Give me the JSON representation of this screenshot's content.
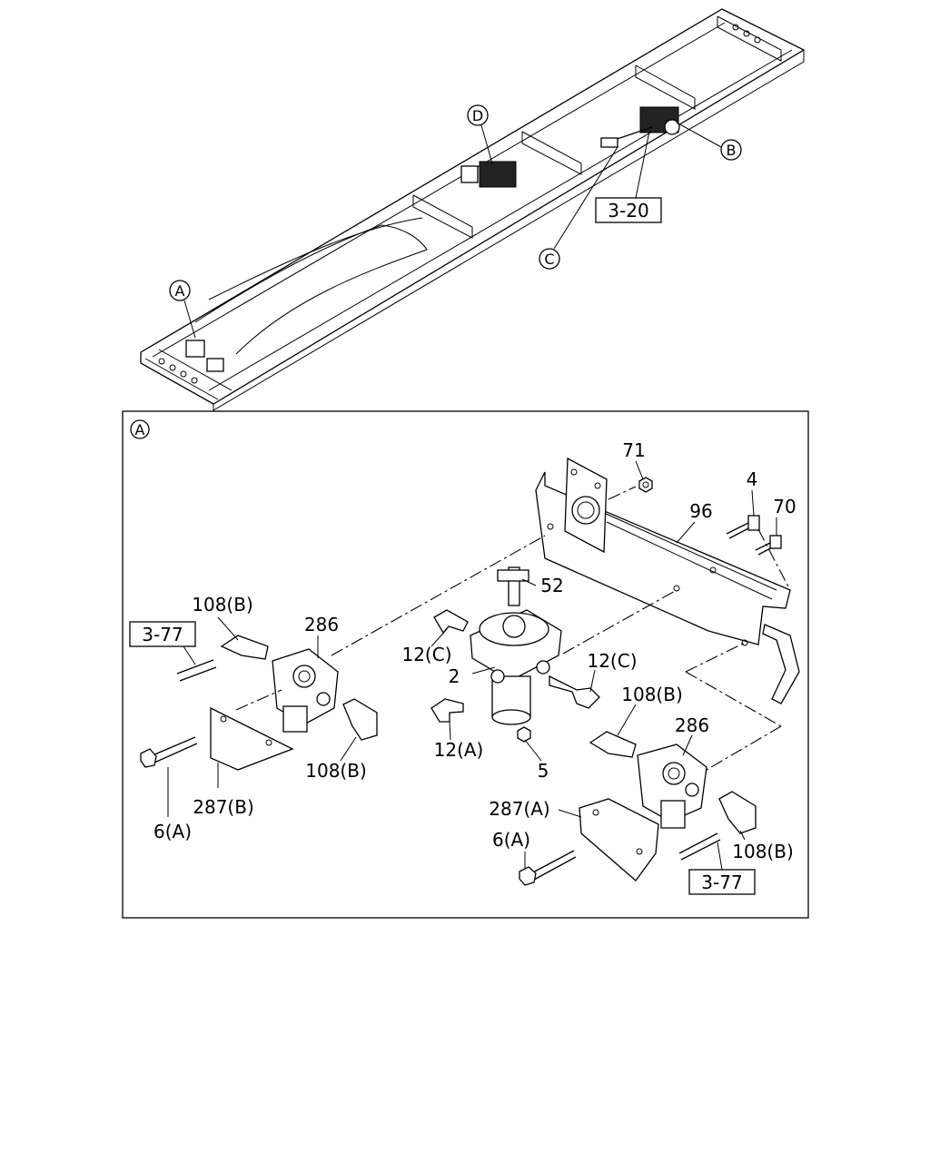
{
  "overview": {
    "callouts": {
      "a": "A",
      "b": "B",
      "c": "C",
      "d": "D"
    },
    "ref_3_20": "3-20"
  },
  "detail": {
    "view_label": "A",
    "parts": {
      "p71": "71",
      "p4": "4",
      "p96": "96",
      "p70": "70",
      "p52": "52",
      "p108b_left_top": "108(B)",
      "p286_left": "286",
      "p12c_left": "12(C)",
      "p12c_right": "12(C)",
      "p2": "2",
      "p108b_right_top": "108(B)",
      "p286_right": "286",
      "p12a": "12(A)",
      "p5": "5",
      "p108b_left_bottom": "108(B)",
      "p287b": "287(B)",
      "p6a_left": "6(A)",
      "p287a": "287(A)",
      "p6a_right": "6(A)",
      "p108b_right_bottom": "108(B)"
    },
    "ref_3_77_left": "3-77",
    "ref_3_77_right": "3-77"
  }
}
